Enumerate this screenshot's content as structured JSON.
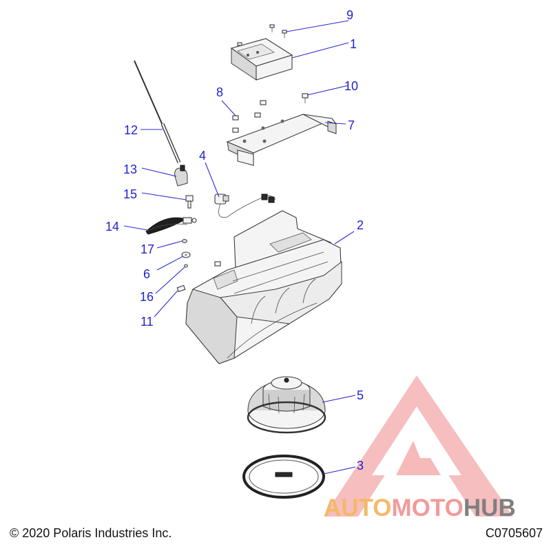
{
  "callouts": {
    "c1": "1",
    "c2": "2",
    "c3": "3",
    "c4": "4",
    "c5": "5",
    "c6": "6",
    "c7": "7",
    "c8": "8",
    "c9": "9",
    "c10": "10",
    "c11": "11",
    "c12": "12",
    "c13": "13",
    "c14": "14",
    "c15": "15",
    "c16": "16",
    "c17": "17"
  },
  "footer": {
    "copyright": "© 2020 Polaris Industries Inc.",
    "figure_id": "C0705607"
  },
  "watermark": {
    "part1": "AUTO",
    "part2": "MOTO",
    "part3": "HUB"
  },
  "colors": {
    "callout": "#1f1fd0",
    "watermark_orange": "#f4b968",
    "watermark_pink": "#f39a9a",
    "watermark_gray": "#7f7f7f"
  }
}
